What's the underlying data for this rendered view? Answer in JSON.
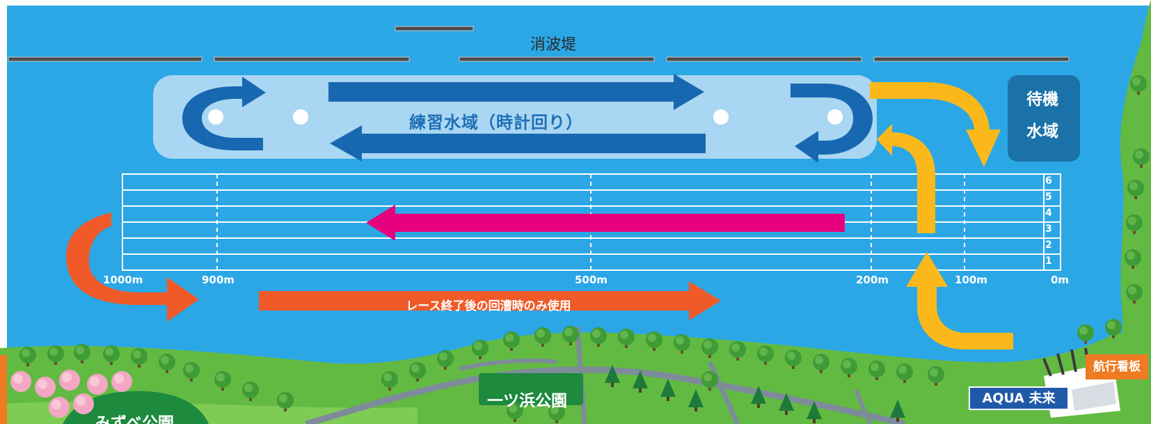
{
  "labels": {
    "breakwater": "消波堤",
    "practice_area": "練習水域（時計回り）",
    "waiting_area_line1": "待機",
    "waiting_area_line2": "水域",
    "return_only": "レース終了後の回漕時のみ使用",
    "park_mizube": "みずべ公園",
    "park_hitotsuhama": "一ツ浜公園",
    "aqua_mirai": "AQUA 未来",
    "nav_sign": "航行看板"
  },
  "distance_ticks": [
    "1000m",
    "900m",
    "500m",
    "200m",
    "100m",
    "0m"
  ],
  "lane_numbers": [
    "6",
    "5",
    "4",
    "3",
    "2",
    "1"
  ],
  "colors": {
    "water": "#2ba7e6",
    "practice_zone": "#a9d6f2",
    "practice_arrows": "#1768b0",
    "race_arrow": "#e6007e",
    "return_arrow": "#f05a28",
    "yellow_route": "#fbb81b",
    "waiting_area": "#1b72a8",
    "park_green": "#63ba42",
    "road": "#7d8b9a"
  }
}
